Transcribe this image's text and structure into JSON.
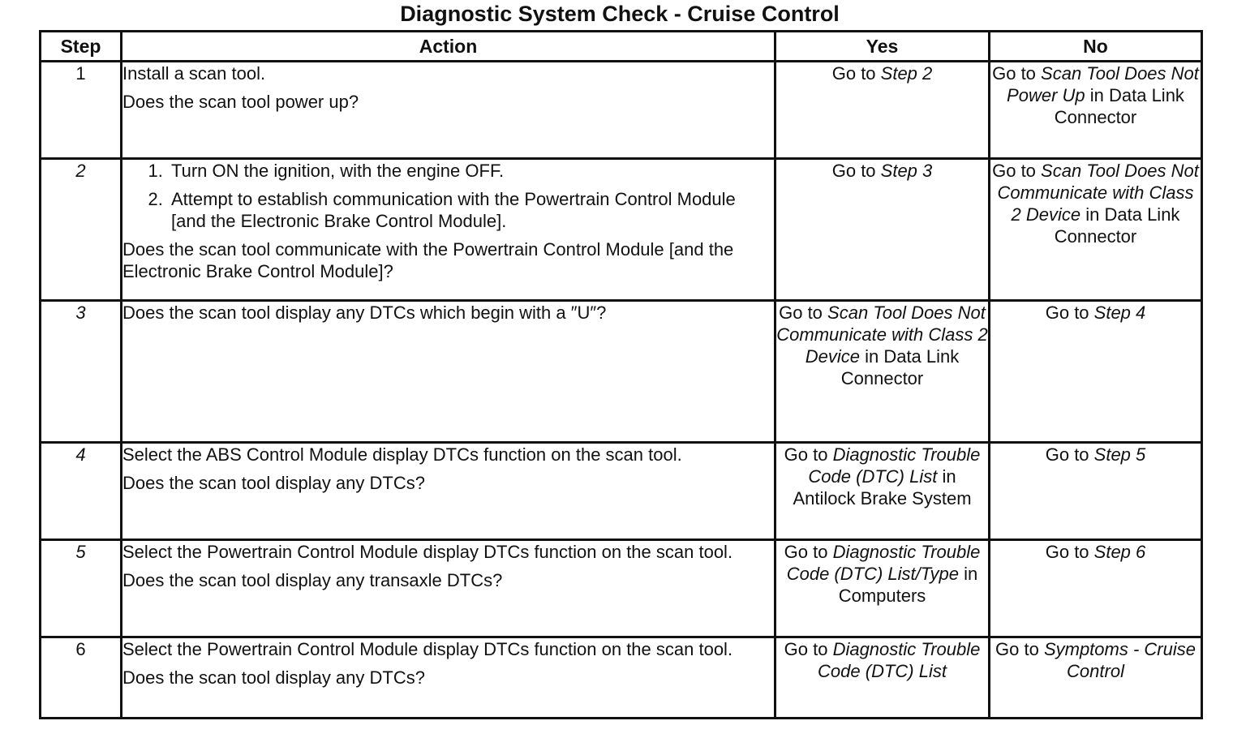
{
  "title": "Diagnostic System Check - Cruise Control",
  "headers": {
    "step": "Step",
    "action": "Action",
    "yes": "Yes",
    "no": "No"
  },
  "rows": [
    {
      "step": "1",
      "action": {
        "lines": [
          "Install a scan tool.",
          "Does the scan tool power up?"
        ]
      },
      "yes": {
        "prefix": "Go to ",
        "link": "Step 2",
        "suffix": ""
      },
      "no": {
        "prefix": "Go to ",
        "link": "Scan Tool Does Not Power Up",
        "suffix": " in Data Link Connector"
      }
    },
    {
      "step": "2",
      "action": {
        "list": [
          "Turn ON the ignition, with the engine OFF.",
          "Attempt to establish communication with the Powertrain Control Module [and the Electronic Brake Control Module]."
        ],
        "question": "Does the scan tool communicate with the Powertrain Control Module [and the Electronic Brake Control Module]?"
      },
      "yes": {
        "prefix": "Go to ",
        "link": "Step 3",
        "suffix": ""
      },
      "no": {
        "prefix": "Go to ",
        "link": "Scan Tool Does Not Communicate with Class 2 Device",
        "suffix": " in Data Link Connector"
      }
    },
    {
      "step": "3",
      "action": {
        "lines": [
          "Does the scan tool display any DTCs which begin with a ″U″?"
        ]
      },
      "yes": {
        "prefix": "Go to ",
        "link": "Scan Tool Does Not Communicate with Class 2 Device",
        "suffix": " in Data Link Connector"
      },
      "no": {
        "prefix": "Go to ",
        "link": "Step 4",
        "suffix": ""
      }
    },
    {
      "step": "4",
      "action": {
        "lines": [
          "Select the ABS Control Module display DTCs function on the scan tool.",
          "Does the scan tool display any DTCs?"
        ]
      },
      "yes": {
        "prefix": "Go to ",
        "link": "Diagnostic Trouble Code (DTC) List",
        "suffix": " in Antilock Brake System"
      },
      "no": {
        "prefix": "Go to ",
        "link": "Step 5",
        "suffix": ""
      }
    },
    {
      "step": "5",
      "action": {
        "lines": [
          "Select the Powertrain Control Module display DTCs function on the scan tool.",
          "Does the scan tool display any transaxle DTCs?"
        ]
      },
      "yes": {
        "prefix": "Go to ",
        "link": "Diagnostic Trouble Code (DTC) List/Type",
        "suffix": " in Computers"
      },
      "no": {
        "prefix": "Go to ",
        "link": "Step 6",
        "suffix": ""
      }
    },
    {
      "step": "6",
      "action": {
        "lines": [
          "Select the Powertrain Control Module display DTCs function on the scan tool.",
          "Does the scan tool display any DTCs?"
        ]
      },
      "yes": {
        "prefix": "Go to ",
        "link": "Diagnostic Trouble Code (DTC) List",
        "suffix": ""
      },
      "no": {
        "prefix": "Go to ",
        "link": "Symptoms - Cruise Control",
        "suffix": ""
      }
    }
  ]
}
